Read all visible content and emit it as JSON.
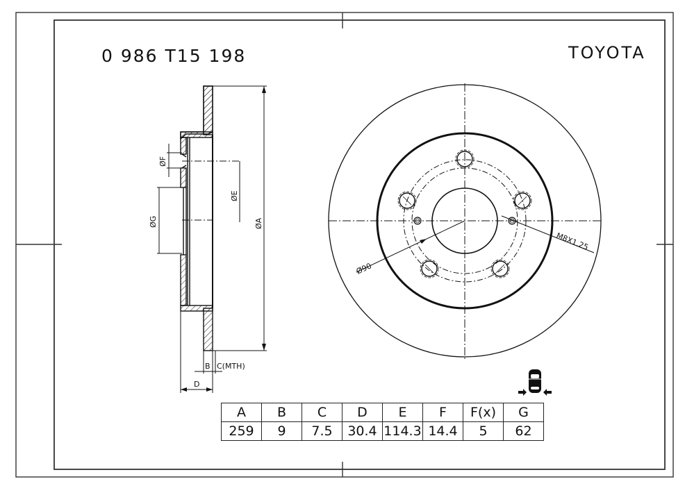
{
  "header": {
    "part_number": "0 986 T15 198",
    "brand": "TOYOTA"
  },
  "side_view": {
    "labels": {
      "dia_f": "ØF",
      "dia_g": "ØG",
      "dia_e": "ØE",
      "dia_a": "ØA",
      "b": "B",
      "c": "C(MTH)",
      "d": "D"
    }
  },
  "front_view": {
    "labels": {
      "dia_90": "Ø90",
      "thread": "M8X1.25"
    },
    "bolt_holes": 5
  },
  "dimension_table": {
    "headers": [
      "A",
      "B",
      "C",
      "D",
      "E",
      "F",
      "F(x)",
      "G"
    ],
    "values": [
      "259",
      "9",
      "7.5",
      "30.4",
      "114.3",
      "14.4",
      "5",
      "62"
    ]
  },
  "icons": {
    "axle_position": "rear-axle-car-icon"
  },
  "colors": {
    "line": "#111111",
    "background": "#ffffff"
  }
}
